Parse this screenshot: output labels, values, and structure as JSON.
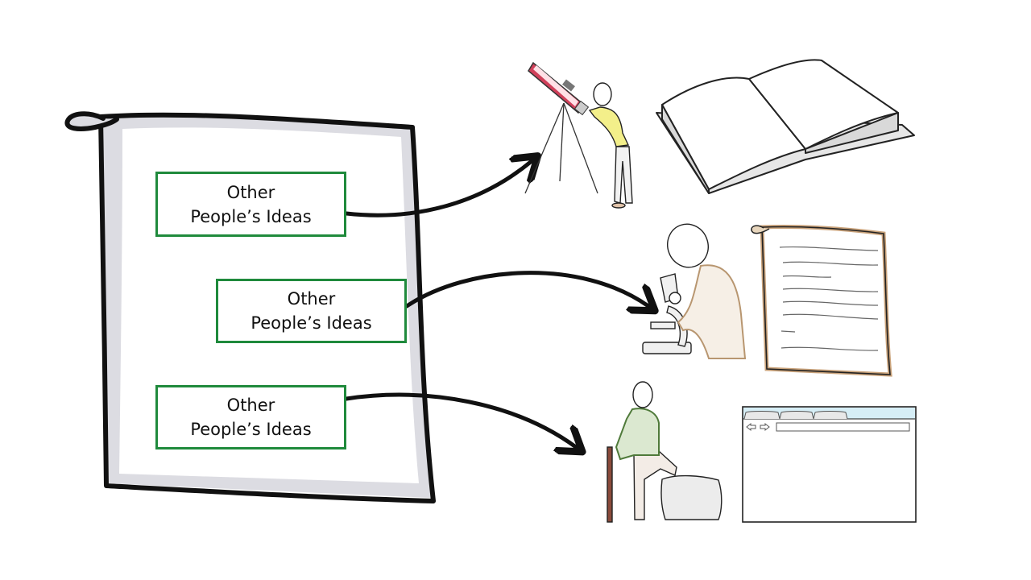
{
  "diagram": {
    "title": "Sources of other people's ideas",
    "document": {
      "label": "paper-scroll",
      "idea_boxes": [
        {
          "line1": "Other",
          "line2": "People’s Ideas"
        },
        {
          "line1": "Other",
          "line2": "People’s Ideas"
        },
        {
          "line1": "Other",
          "line2": "People’s Ideas"
        }
      ]
    },
    "sources": [
      {
        "name": "astronomer-with-telescope",
        "related": "open-book"
      },
      {
        "name": "scientist-with-microscope",
        "related": "written-scroll"
      },
      {
        "name": "explorer-on-rock",
        "related": "web-browser-window"
      }
    ],
    "colors": {
      "box_border": "#1f8a3c",
      "telescope": "#d0405a",
      "astronomer_shirt": "#f3ef8a",
      "scientist_coat": "#c9a27a",
      "explorer_shirt": "#4f7a3a",
      "walking_stick": "#8a4a3a",
      "browser_titlebar": "#d6eef6"
    }
  }
}
